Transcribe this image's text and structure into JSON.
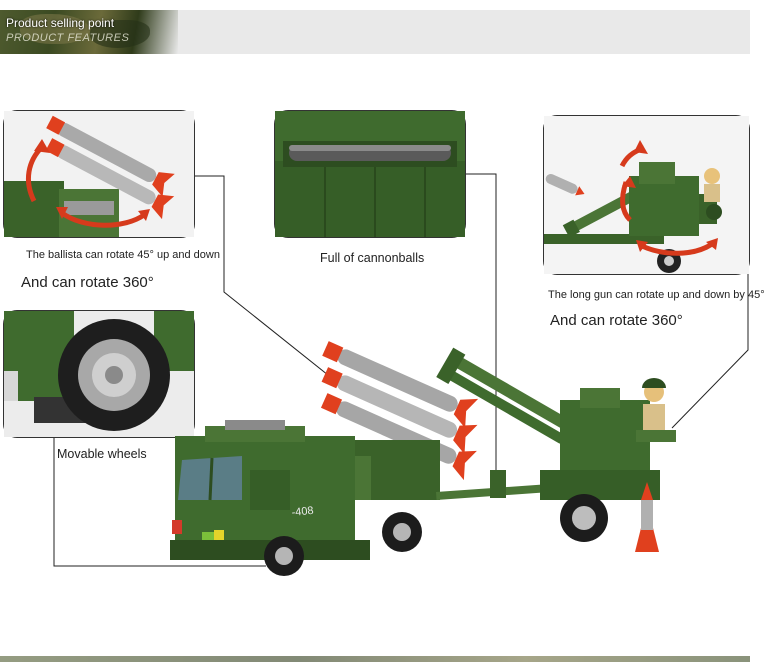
{
  "header": {
    "title": "Product selling point",
    "subtitle": "PRODUCT FEATURES"
  },
  "features": {
    "ballista": {
      "caption": "The ballista can rotate 45° up and down",
      "rotate": "And can rotate 360°"
    },
    "cannonballs": {
      "caption": "Full of cannonballs"
    },
    "long_gun": {
      "caption": "The long gun can rotate up and down by 45°",
      "rotate": "And can rotate 360°"
    },
    "wheels": {
      "caption": "Movable wheels"
    }
  },
  "truck": {
    "marking": "-408"
  },
  "colors": {
    "army_green": "#3f6b2e",
    "dark_green": "#2d4d20",
    "rocket_red": "#e0401e",
    "arrow_red": "#d63a1c"
  }
}
